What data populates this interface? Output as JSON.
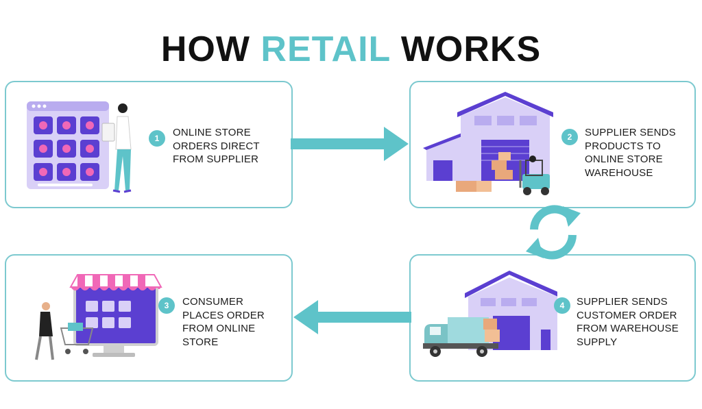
{
  "title": {
    "part1": "HOW",
    "part2": "RETAIL",
    "part3": "WORKS"
  },
  "colors": {
    "accent": "#5ec3c9",
    "arrow": "#5ec3c9",
    "card_border": "#7cc9cf",
    "purple_dark": "#5b3fd1",
    "purple_light": "#d9d0f7",
    "pink": "#f068b7"
  },
  "steps": [
    {
      "number": "1",
      "lines": [
        "ONLINE STORE",
        "ORDERS DIRECT",
        "FROM SUPPLIER"
      ]
    },
    {
      "number": "2",
      "lines": [
        "SUPPLIER SENDS",
        "PRODUCTS TO",
        "ONLINE STORE",
        "WAREHOUSE"
      ]
    },
    {
      "number": "3",
      "lines": [
        "CONSUMER",
        "PLACES ORDER",
        "FROM ONLINE",
        "STORE"
      ]
    },
    {
      "number": "4",
      "lines": [
        "SUPPLIER SENDS",
        "CUSTOMER ORDER",
        "FROM WAREHOUSE",
        "SUPPLY"
      ]
    }
  ],
  "icons": {
    "step1": "online-store-tablet-icon",
    "step2": "warehouse-forklift-icon",
    "step3": "storefront-monitor-icon",
    "step4": "warehouse-truck-icon",
    "cycle": "refresh-cycle-icon"
  }
}
